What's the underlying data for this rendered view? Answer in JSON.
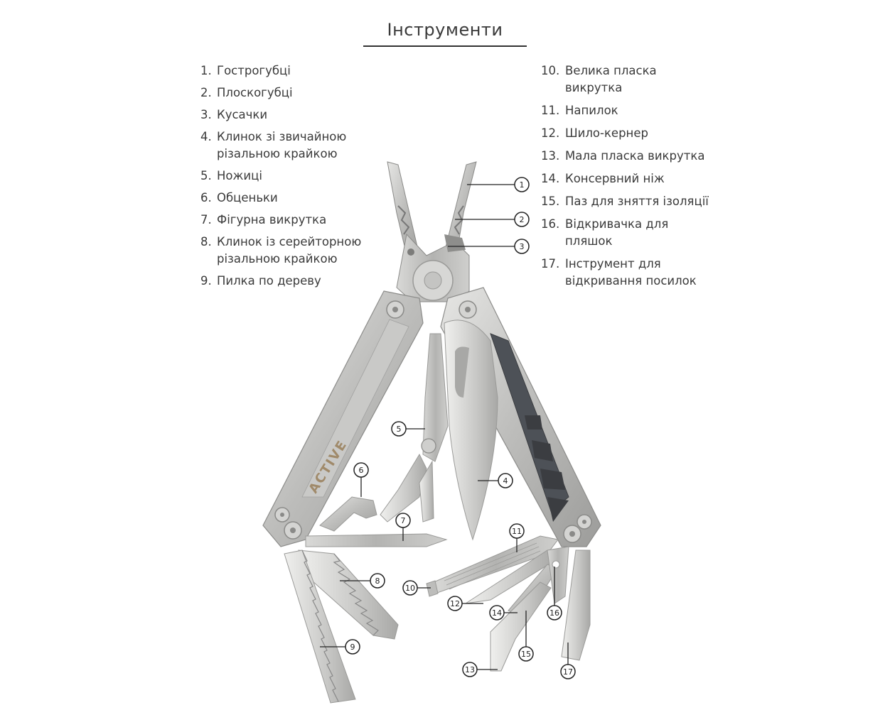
{
  "title": "Інструменти",
  "legend_left": [
    {
      "num": "1.",
      "text": "Гострогубці"
    },
    {
      "num": "2.",
      "text": "Плоскогубці"
    },
    {
      "num": "3.",
      "text": "Кусачки"
    },
    {
      "num": "4.",
      "text": "Клинок зі звичайною різальною крайкою"
    },
    {
      "num": "5.",
      "text": "Ножиці"
    },
    {
      "num": "6.",
      "text": "Обценьки"
    },
    {
      "num": "7.",
      "text": "Фігурна викрутка"
    },
    {
      "num": "8.",
      "text": "Клинок із серейторною різальною крайкою"
    },
    {
      "num": "9.",
      "text": "Пилка по дереву"
    }
  ],
  "legend_right": [
    {
      "num": "10.",
      "text": "Велика пласка викрутка"
    },
    {
      "num": "11.",
      "text": "Напилок"
    },
    {
      "num": "12.",
      "text": "Шило-кернер"
    },
    {
      "num": "13.",
      "text": "Мала пласка викрутка"
    },
    {
      "num": "14.",
      "text": "Консервний ніж"
    },
    {
      "num": "15.",
      "text": "Паз для зняття ізоляції"
    },
    {
      "num": "16.",
      "text": "Відкривачка для пляшок"
    },
    {
      "num": "17.",
      "text": "Інструмент для відкривання посилок"
    }
  ],
  "brand_text": "ACTIVE",
  "callouts": [
    "1",
    "2",
    "3",
    "4",
    "5",
    "6",
    "7",
    "8",
    "9",
    "10",
    "11",
    "12",
    "13",
    "14",
    "15",
    "16",
    "17"
  ]
}
